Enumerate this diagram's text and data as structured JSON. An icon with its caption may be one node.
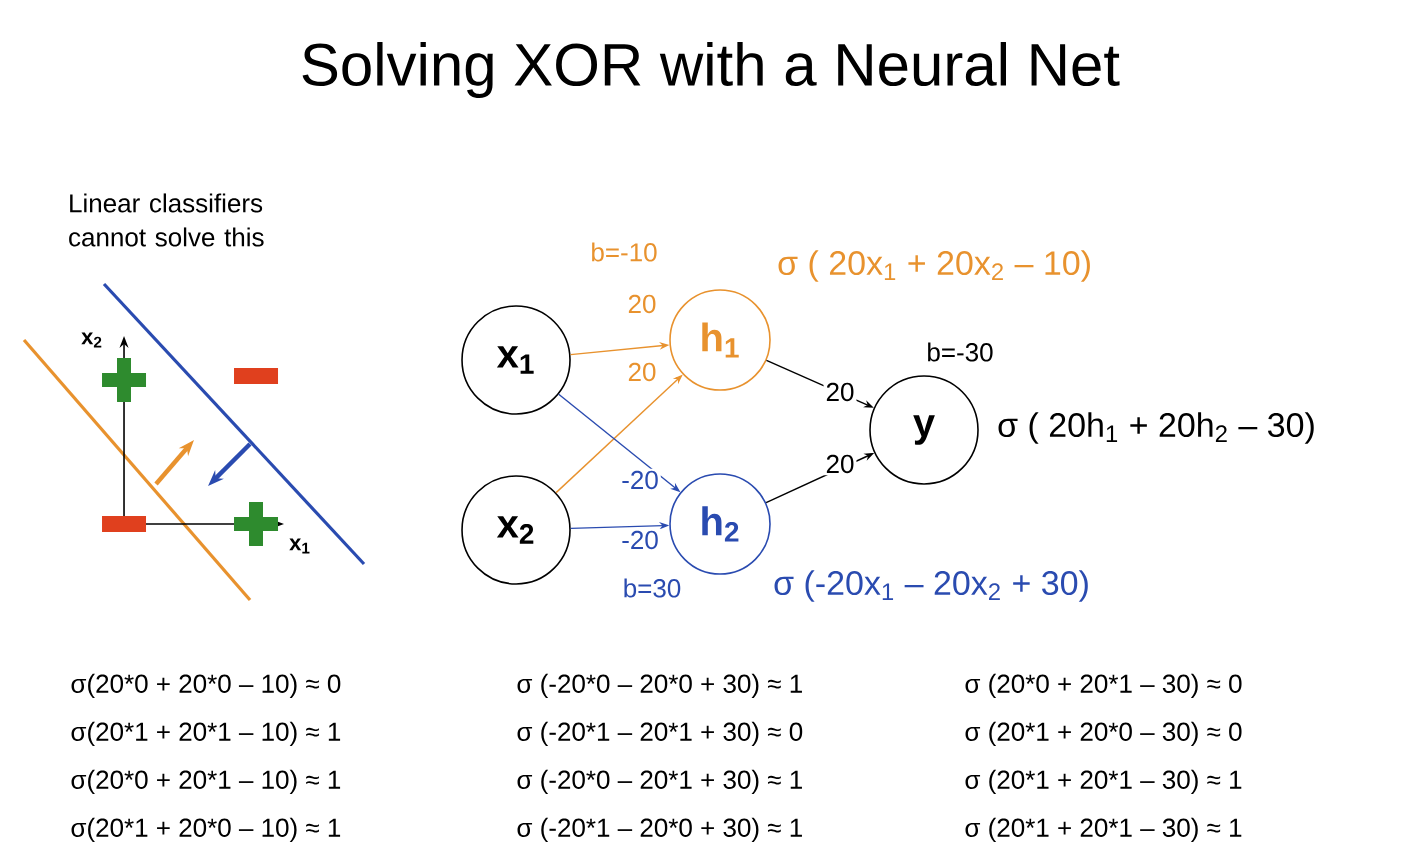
{
  "diagram": {
    "title": "Solving XOR with a Neural Net",
    "nodes": [
      {
        "text": [
          "x$_{1}$"
        ]
      },
      {
        "text": [
          "x$_{2}$"
        ]
      },
      {
        "text": [
          "h$_{1}$"
        ],
        "beside": [
          "b=-10",
          "σ ( 20x$_{1}$ + 20x$_{2}$ – 10)"
        ]
      },
      {
        "text": [
          "h$_{2}$"
        ],
        "beside": [
          "b=30",
          "σ (-20x$_{1}$ – 20x$_{2}$ + 30)"
        ]
      },
      {
        "text": [
          "y"
        ],
        "beside": [
          "b=-30",
          "σ ( 20h$_{1}$ + 20h$_{2}$ – 30)"
        ]
      }
    ],
    "edges": [
      {
        "from": 0,
        "to": 2,
        "arrow": "to",
        "label": "20",
        "color": "#e8922e"
      },
      {
        "from": 1,
        "to": 2,
        "arrow": "to",
        "label": "20",
        "color": "#e8922e"
      },
      {
        "from": 0,
        "to": 3,
        "arrow": "to",
        "label": "-20",
        "color": "#2a4bb0"
      },
      {
        "from": 1,
        "to": 3,
        "arrow": "to",
        "label": "-20",
        "color": "#2a4bb0"
      },
      {
        "from": 2,
        "to": 4,
        "arrow": "to",
        "label": "20",
        "color": "#000000"
      },
      {
        "from": 3,
        "to": 4,
        "arrow": "to",
        "label": "20",
        "color": "#000000"
      }
    ],
    "labels": [
      "Linear classifiers cannot solve this",
      "x$_{2}$",
      "x$_{1}$",
      "σ(20*0 + 20*0 – 10) ≈ 0",
      "σ (-20*0 – 20*0 + 30) ≈ 1",
      "σ (20*0 + 20*1 – 30) ≈ 0",
      "σ(20*1 + 20*1 – 10) ≈ 1",
      "σ (-20*1 – 20*1 + 30) ≈ 0",
      "σ (20*1 + 20*0 – 30) ≈ 0",
      "σ(20*0 + 20*1 – 10) ≈ 1",
      "σ (-20*0 – 20*1 + 30) ≈ 1",
      "σ (20*1 + 20*1 – 30) ≈ 1",
      "σ(20*1 + 20*0 – 10) ≈ 1",
      "σ (-20*1 – 20*0 + 30) ≈ 1",
      "σ (20*1 + 20*1 – 30) ≈ 1"
    ]
  }
}
